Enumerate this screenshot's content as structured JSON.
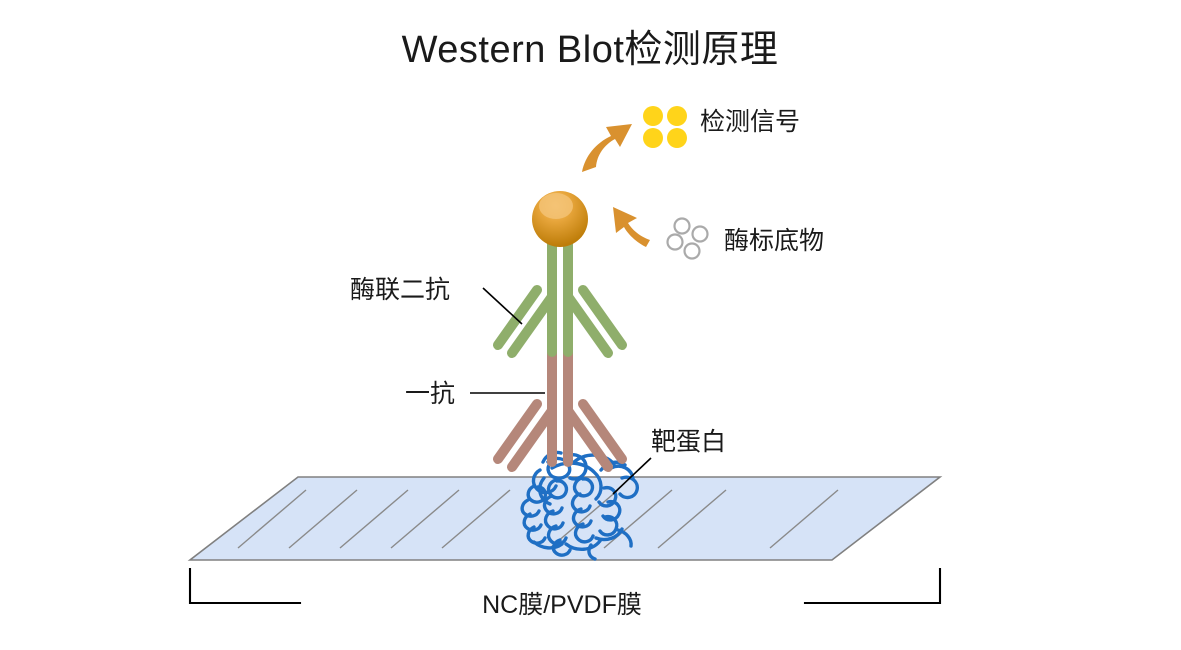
{
  "figure": {
    "title": "Western Blot检测原理",
    "background_color": "#ffffff"
  },
  "labels": {
    "detection_signal": "检测信号",
    "enzyme_substrate": "酶标底物",
    "secondary_antibody": "酶联二抗",
    "primary_antibody": "一抗",
    "target_protein": "靶蛋白",
    "membrane": "NC膜/PVDF膜"
  },
  "colors": {
    "title": "#1a1a1a",
    "label": "#1a1a1a",
    "arrow_orange": "#D9912F",
    "signal_yellow": "#FFD41A",
    "substrate_gray": "#AAAAAA",
    "enzyme_sphere": "#C8860D",
    "enzyme_sphere_highlight": "#F0B964",
    "secondary_antibody_green": "#8FAE6B",
    "primary_antibody_brown": "#B5877A",
    "target_protein_blue": "#1F6FC4",
    "membrane_fill": "#D6E3F7",
    "membrane_stroke": "#808080",
    "leader_line": "#000000"
  },
  "elements": {
    "detection_signal_dots": 4,
    "enzyme_substrate_circles": 4,
    "membrane_lane_lines": 9,
    "arrow_up_right_name": "signal-arrow",
    "arrow_up_left_name": "substrate-arrow"
  }
}
